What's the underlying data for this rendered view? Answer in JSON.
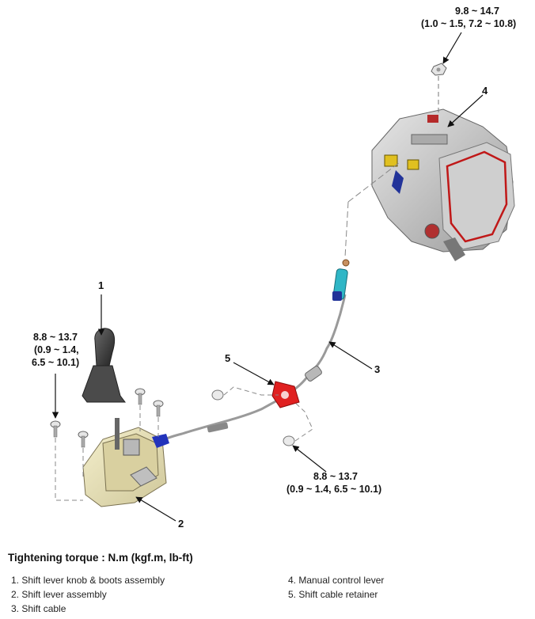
{
  "torques": {
    "transaxle": {
      "line1": "9.8 ~ 14.7",
      "line2": "(1.0 ~ 1.5, 7.2 ~ 10.8)"
    },
    "lever": {
      "line1": "8.8 ~ 13.7",
      "line2": "(0.9 ~ 1.4,",
      "line3": "6.5 ~ 10.1)"
    },
    "bracket": {
      "line1": "8.8 ~ 13.7",
      "line2": "(0.9 ~ 1.4, 6.5 ~ 10.1)"
    }
  },
  "callouts": {
    "c1": "1",
    "c2": "2",
    "c3": "3",
    "c4": "4",
    "c5": "5"
  },
  "legend": {
    "heading": "Tightening torque : N.m (kgf.m, lb-ft)",
    "items": [
      "1. Shift lever knob & boots assembly",
      "2. Shift lever assembly",
      "3. Shift cable",
      "4. Manual control lever",
      "5. Shift cable retainer"
    ]
  },
  "colors": {
    "retainer": "#e02020",
    "cable_end": "#2fb6c6",
    "housing": "#c8c8c8",
    "lever_base": "#e8e2b8",
    "knob": "#3a3a3a",
    "blue_joint": "#2233bb"
  }
}
